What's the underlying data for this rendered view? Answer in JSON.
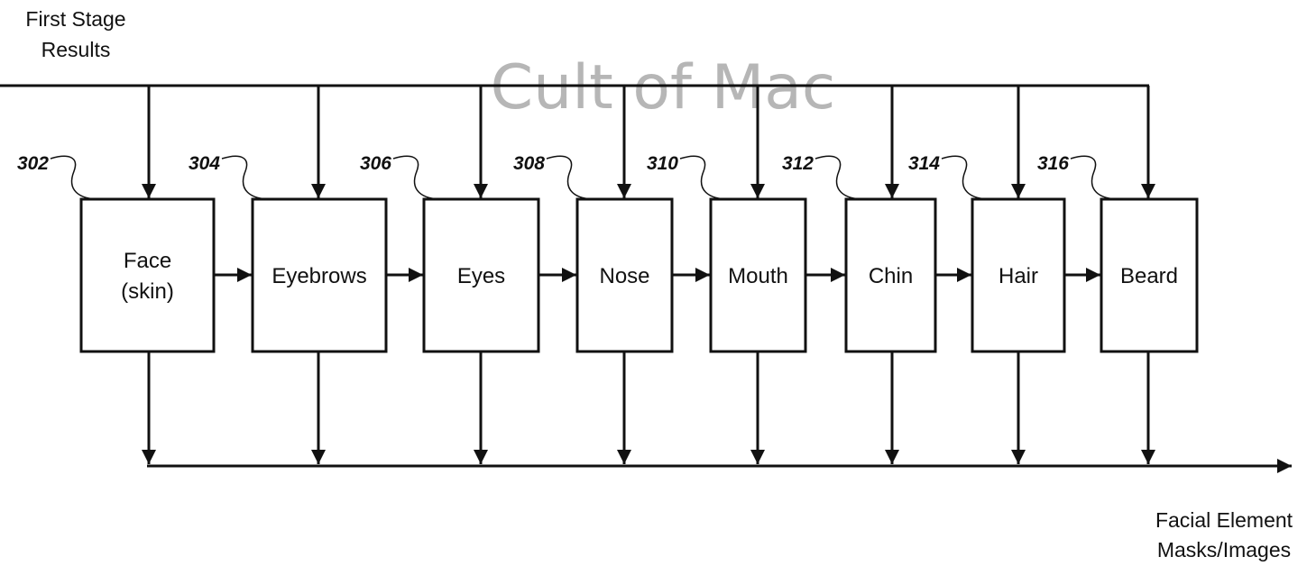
{
  "input_label": [
    "First Stage",
    "Results"
  ],
  "output_label": [
    "Facial Element",
    "Masks/Images"
  ],
  "watermark": "Cult of Mac",
  "stages": [
    {
      "ref": "302",
      "lines": [
        "Face",
        "(skin)"
      ]
    },
    {
      "ref": "304",
      "lines": [
        "Eyebrows"
      ]
    },
    {
      "ref": "306",
      "lines": [
        "Eyes"
      ]
    },
    {
      "ref": "308",
      "lines": [
        "Nose"
      ]
    },
    {
      "ref": "310",
      "lines": [
        "Mouth"
      ]
    },
    {
      "ref": "312",
      "lines": [
        "Chin"
      ]
    },
    {
      "ref": "314",
      "lines": [
        "Hair"
      ]
    },
    {
      "ref": "316",
      "lines": [
        "Beard"
      ]
    }
  ]
}
